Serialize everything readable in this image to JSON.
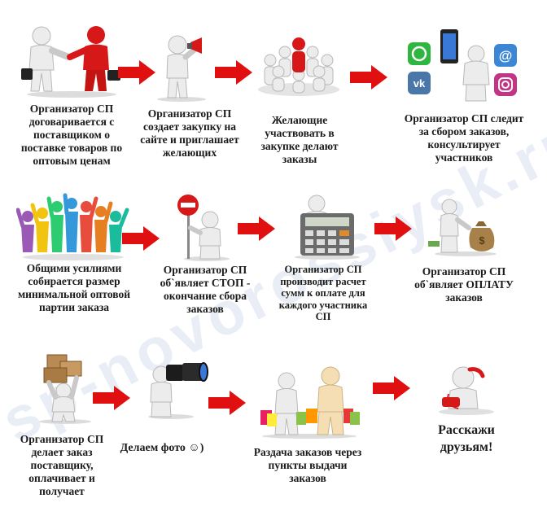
{
  "watermark": "sp-novorossiysk.ru",
  "steps": [
    {
      "caption": "Организатор СП договаривается с поставщиком о поставке товаров по оптовым ценам"
    },
    {
      "caption": "Организатор СП создает закупку на сайте и приглашает желающих"
    },
    {
      "caption": "Желающие участвовать в закупке делают заказы"
    },
    {
      "caption": "Организатор СП следит за сбором заказов, консультирует участников"
    },
    {
      "caption": "Общими усилиями собирается размер минимальной оптовой партии заказа"
    },
    {
      "caption": "Организатор СП об`являет СТОП - окончание сбора заказов"
    },
    {
      "caption": "Организатор СП производит расчет сумм к оплате для каждого участника СП"
    },
    {
      "caption": "Организатор СП об`являет ОПЛАТУ заказов"
    },
    {
      "caption": "Организатор СП делает заказ поставщику, оплачивает и получает"
    },
    {
      "caption": "Делаем фото ☺)"
    },
    {
      "caption": "Раздача заказов через пункты выдачи заказов"
    },
    {
      "caption": "Расскажи друзьям!"
    }
  ],
  "colors": {
    "arrow": "#e01010",
    "figure": "#ececec",
    "accent_red": "#d71818",
    "watermark": "#7896c8"
  },
  "icons": [
    "handshake-icon",
    "megaphone-icon",
    "crowd-icon",
    "messenger-icons",
    "team-icon",
    "stop-sign-icon",
    "calculator-icon",
    "money-bag-icon",
    "parcels-icon",
    "camera-icon",
    "shopping-bags-icon",
    "telephone-icon"
  ]
}
